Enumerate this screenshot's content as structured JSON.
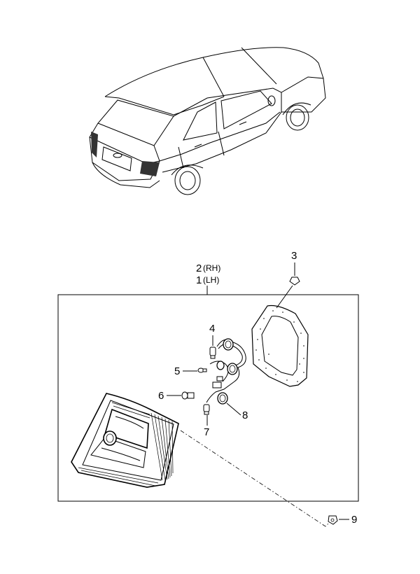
{
  "callouts": {
    "part_2_num": "2",
    "part_2_side": "(RH)",
    "part_1_num": "1",
    "part_1_side": "(LH)",
    "part_3": "3",
    "part_4": "4",
    "part_5": "5",
    "part_6": "6",
    "part_7": "7",
    "part_8": "8",
    "part_9": "9"
  }
}
